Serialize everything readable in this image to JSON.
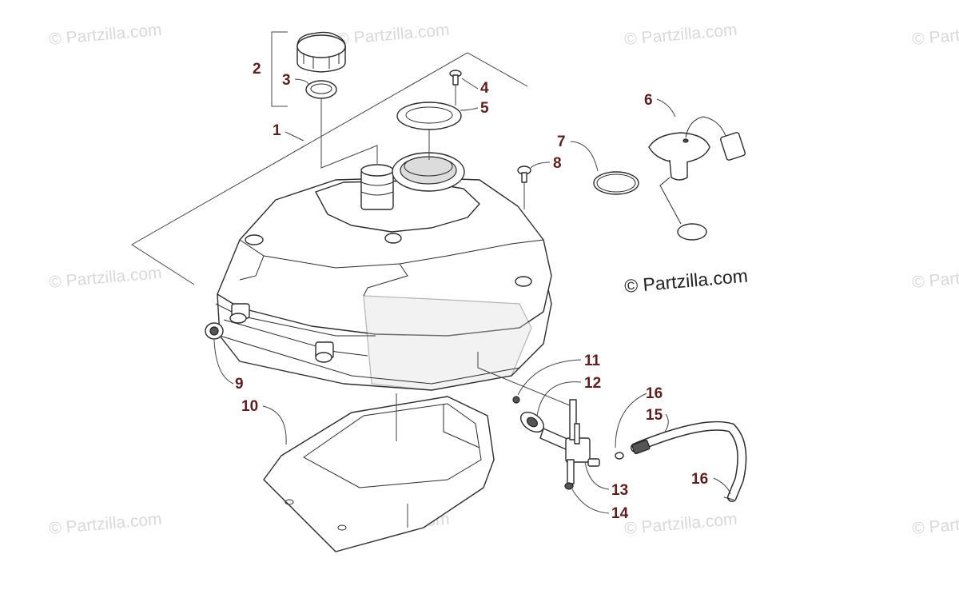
{
  "watermark": {
    "repeat_text": "© Partzilla.com",
    "main_text": "© Partzilla.com"
  },
  "callouts": [
    "1",
    "2",
    "3",
    "4",
    "5",
    "6",
    "7",
    "8",
    "9",
    "10",
    "11",
    "12",
    "13",
    "14",
    "15",
    "16",
    "16"
  ],
  "colors": {
    "callout": "#5a1f1f",
    "line": "#2b2b2b",
    "watermark": "#d9d9d9"
  }
}
